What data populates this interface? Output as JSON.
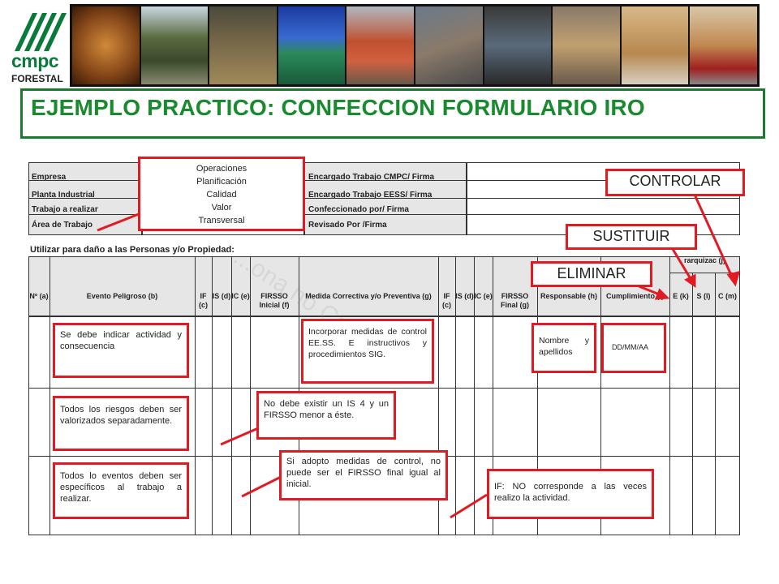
{
  "logo": {
    "line1": "cmpc",
    "line2": "FORESTAL"
  },
  "title": "EJEMPLO PRACTICO:  CONFECCION FORMULARIO IRO",
  "form": {
    "top_left_labels": [
      "Empresa",
      "Planta Industrial",
      "Trabajo a realizar",
      "Área de Trabajo"
    ],
    "top_right_labels": [
      "Encargado Trabajo CMPC/ Firma",
      "Encargado Trabajo EESS/ Firma",
      "Confeccionado por/ Firma",
      "Revisado Por /Firma"
    ],
    "section_label": "Utilizar para daño a las Personas y/o Propiedad:",
    "watermark": "...ona no Controlada",
    "group_header_partial": "rarquizac (j)",
    "headers": {
      "num": "Nº (a)",
      "evento": "Evento Peligroso (b)",
      "if1": "IF (c)",
      "is1": "IS (d)",
      "ic1": "IC (e)",
      "firsso1": "FIRSSO Inicial (f)",
      "medida": "Medida Correctiva y/o Preventiva (g)",
      "if2": "IF (c)",
      "is2": "IS (d)",
      "ic2": "IC (e)",
      "firsso2": "FIRSSO Final (g)",
      "responsable": "Responsable (h)",
      "cumplimiento": "Cumplimiento (i)",
      "e": "E (k)",
      "s": "S (l)",
      "c": "C (m)"
    }
  },
  "callouts": {
    "area": [
      "Operaciones",
      "Planificación",
      "Calidad",
      "Valor",
      "Transversal"
    ],
    "controlar": "CONTROLAR",
    "sustituir": "SUSTITUIR",
    "eliminar": "ELIMINAR",
    "indicar": "Se debe indicar actividad y consecuencia",
    "medidas": "Incorporar medidas de control EE.SS. E instructivos y procedimientos SIG.",
    "nombre": "Nombre y apellidos",
    "fecha": "DD/MM/AA",
    "riesgos": "Todos los riesgos deben ser valorizados separadamente.",
    "is4": "No debe existir un IS 4 y un FIRSSO menor a éste.",
    "eventos": "Todos lo eventos deben ser específicos al trabajo a realizar.",
    "firsso": "Si adopto medidas de control, no puede ser el FIRSSO final igual al inicial.",
    "if": "IF: NO corresponde a las veces realizo la actividad."
  },
  "colors": {
    "accent": "#e01b24",
    "brand_green": "#1a8a2e"
  }
}
